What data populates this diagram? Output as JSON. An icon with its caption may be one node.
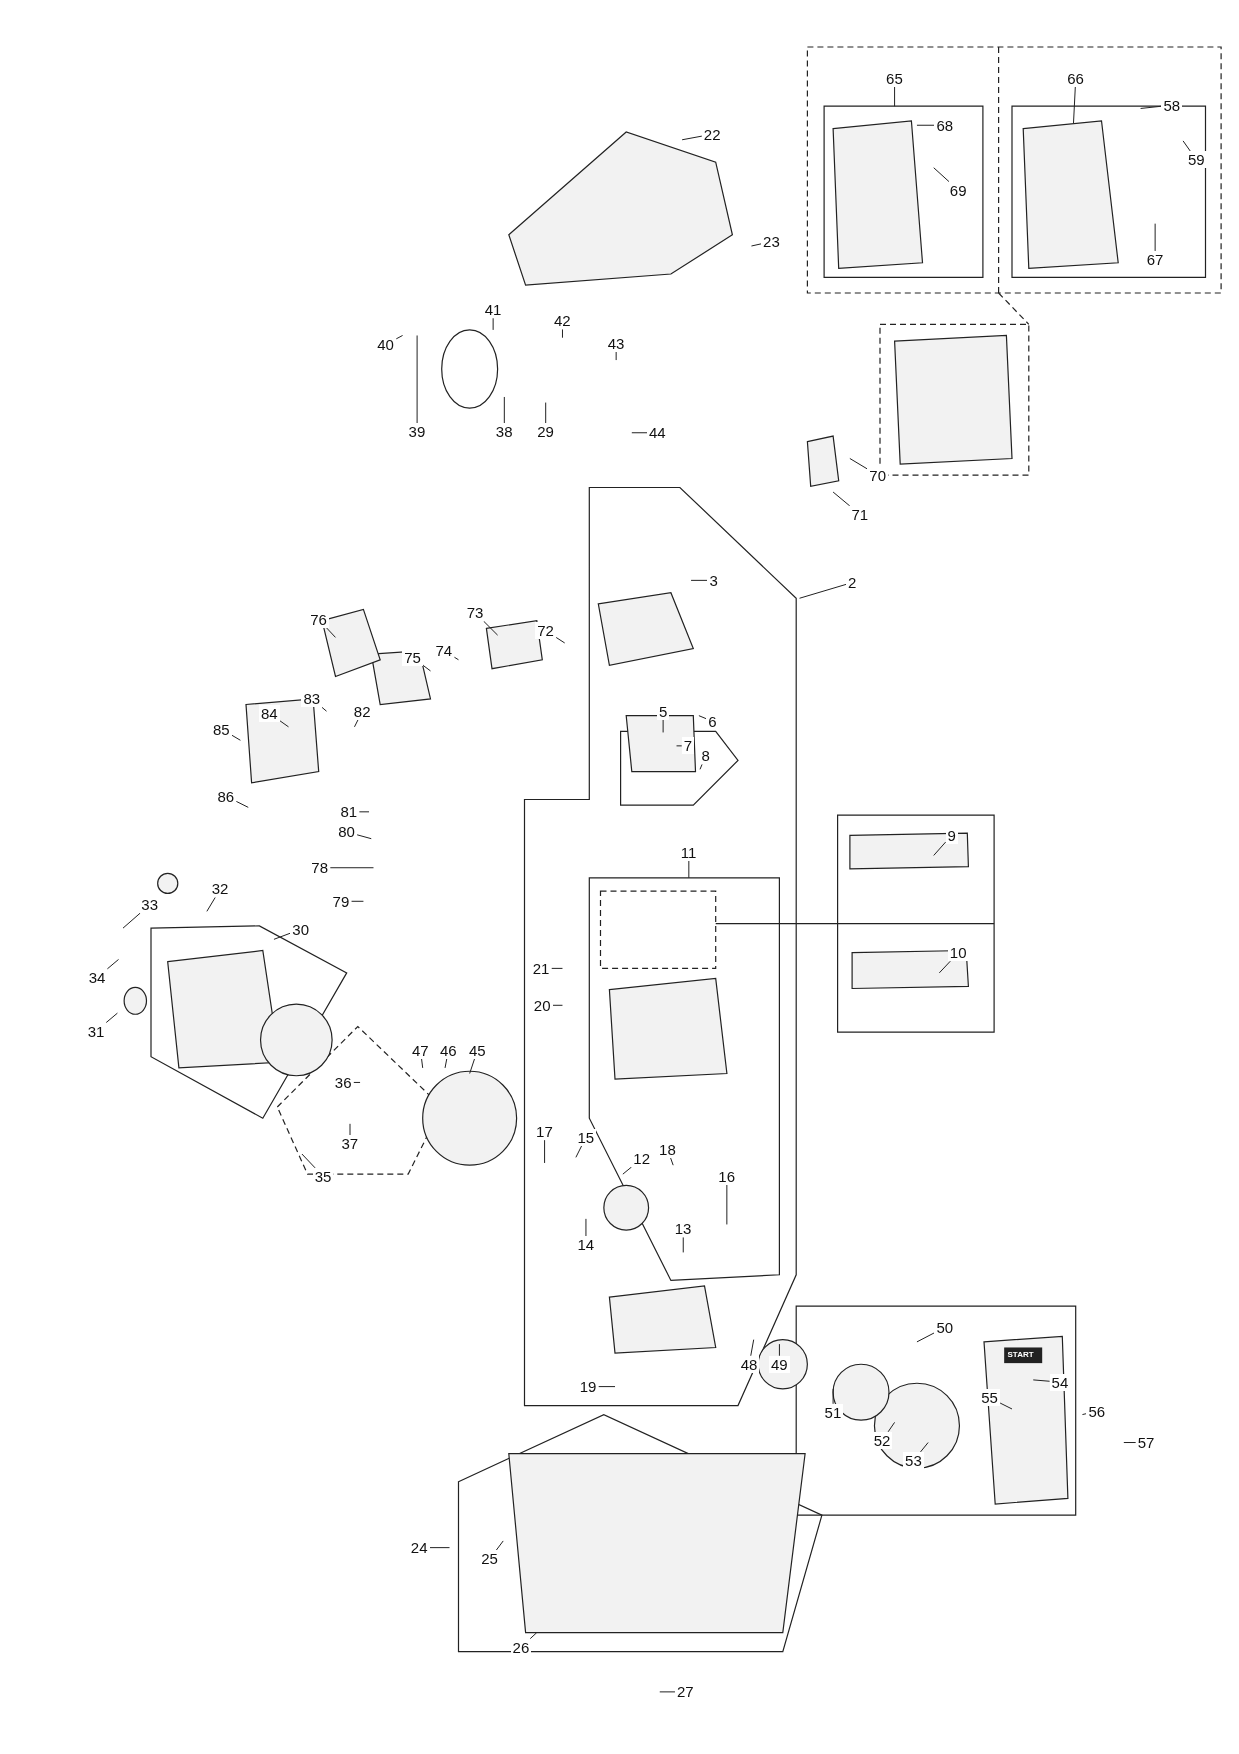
{
  "diagram": {
    "nodes": [
      {
        "text": [
          "65"
        ]
      },
      {
        "text": [
          "66"
        ]
      },
      {
        "text": [
          "58"
        ]
      },
      {
        "text": [
          "68"
        ]
      },
      {
        "text": [
          "22"
        ]
      },
      {
        "text": [
          "59"
        ]
      },
      {
        "text": [
          "69"
        ]
      },
      {
        "text": [
          "23"
        ]
      },
      {
        "text": [
          "67"
        ]
      },
      {
        "text": [
          "41"
        ]
      },
      {
        "text": [
          "42"
        ]
      },
      {
        "text": [
          "43"
        ]
      },
      {
        "text": [
          "40"
        ]
      },
      {
        "text": [
          "39"
        ]
      },
      {
        "text": [
          "38"
        ]
      },
      {
        "text": [
          "29"
        ]
      },
      {
        "text": [
          "44"
        ]
      },
      {
        "text": [
          "70"
        ]
      },
      {
        "text": [
          "71"
        ]
      },
      {
        "text": [
          "3"
        ]
      },
      {
        "text": [
          "2"
        ]
      },
      {
        "text": [
          "76"
        ]
      },
      {
        "text": [
          "73"
        ]
      },
      {
        "text": [
          "72"
        ]
      },
      {
        "text": [
          "74"
        ]
      },
      {
        "text": [
          "75"
        ]
      },
      {
        "text": [
          "83"
        ]
      },
      {
        "text": [
          "84"
        ]
      },
      {
        "text": [
          "82"
        ]
      },
      {
        "text": [
          "85"
        ]
      },
      {
        "text": [
          "5"
        ]
      },
      {
        "text": [
          "6"
        ]
      },
      {
        "text": [
          "7"
        ]
      },
      {
        "text": [
          "8"
        ]
      },
      {
        "text": [
          "86"
        ]
      },
      {
        "text": [
          "81"
        ]
      },
      {
        "text": [
          "80"
        ]
      },
      {
        "text": [
          "78"
        ]
      },
      {
        "text": [
          "79"
        ]
      },
      {
        "text": [
          "9"
        ]
      },
      {
        "text": [
          "11"
        ]
      },
      {
        "text": [
          "32"
        ]
      },
      {
        "text": [
          "33"
        ]
      },
      {
        "text": [
          "30"
        ]
      },
      {
        "text": [
          "10"
        ]
      },
      {
        "text": [
          "34"
        ]
      },
      {
        "text": [
          "21"
        ]
      },
      {
        "text": [
          "20"
        ]
      },
      {
        "text": [
          "31"
        ]
      },
      {
        "text": [
          "47"
        ]
      },
      {
        "text": [
          "46"
        ]
      },
      {
        "text": [
          "45"
        ]
      },
      {
        "text": [
          "36"
        ]
      },
      {
        "text": [
          "17"
        ]
      },
      {
        "text": [
          "15"
        ]
      },
      {
        "text": [
          "18"
        ]
      },
      {
        "text": [
          "12"
        ]
      },
      {
        "text": [
          "37"
        ]
      },
      {
        "text": [
          "16"
        ]
      },
      {
        "text": [
          "35"
        ]
      },
      {
        "text": [
          "13"
        ]
      },
      {
        "text": [
          "14"
        ]
      },
      {
        "text": [
          "50"
        ]
      },
      {
        "text": [
          "48"
        ]
      },
      {
        "text": [
          "49"
        ]
      },
      {
        "text": [
          "54"
        ]
      },
      {
        "text": [
          "19"
        ]
      },
      {
        "text": [
          "55"
        ]
      },
      {
        "text": [
          "51"
        ]
      },
      {
        "text": [
          "56"
        ]
      },
      {
        "text": [
          "52"
        ]
      },
      {
        "text": [
          "57"
        ]
      },
      {
        "text": [
          "53"
        ]
      },
      {
        "text": [
          "24"
        ]
      },
      {
        "text": [
          "25"
        ]
      },
      {
        "text": [
          "26"
        ]
      },
      {
        "text": [
          "27"
        ]
      }
    ],
    "edges": [
      {
        "from": 0,
        "to": null,
        "arrow": "none"
      },
      {
        "from": 1,
        "to": null,
        "arrow": "none"
      },
      {
        "from": 2,
        "to": null,
        "arrow": "none"
      },
      {
        "from": 3,
        "to": null,
        "arrow": "none"
      },
      {
        "from": 4,
        "to": null,
        "arrow": "none"
      },
      {
        "from": 5,
        "to": null,
        "arrow": "none"
      },
      {
        "from": 6,
        "to": null,
        "arrow": "none"
      },
      {
        "from": 7,
        "to": null,
        "arrow": "none"
      },
      {
        "from": 8,
        "to": null,
        "arrow": "none"
      },
      {
        "from": 9,
        "to": null,
        "arrow": "none"
      },
      {
        "from": 10,
        "to": null,
        "arrow": "none"
      },
      {
        "from": 11,
        "to": null,
        "arrow": "none"
      },
      {
        "from": 12,
        "to": null,
        "arrow": "none"
      },
      {
        "from": 13,
        "to": null,
        "arrow": "none"
      },
      {
        "from": 14,
        "to": null,
        "arrow": "none"
      },
      {
        "from": 15,
        "to": null,
        "arrow": "none"
      },
      {
        "from": 16,
        "to": null,
        "arrow": "none"
      },
      {
        "from": 17,
        "to": null,
        "arrow": "none"
      },
      {
        "from": 18,
        "to": null,
        "arrow": "none"
      },
      {
        "from": 19,
        "to": null,
        "arrow": "none"
      },
      {
        "from": 20,
        "to": null,
        "arrow": "none"
      },
      {
        "from": 21,
        "to": null,
        "arrow": "none"
      },
      {
        "from": 22,
        "to": null,
        "arrow": "none"
      },
      {
        "from": 23,
        "to": null,
        "arrow": "none"
      },
      {
        "from": 24,
        "to": null,
        "arrow": "none"
      },
      {
        "from": 25,
        "to": null,
        "arrow": "none"
      },
      {
        "from": 26,
        "to": null,
        "arrow": "none"
      },
      {
        "from": 27,
        "to": null,
        "arrow": "none"
      },
      {
        "from": 28,
        "to": null,
        "arrow": "none"
      },
      {
        "from": 29,
        "to": null,
        "arrow": "none"
      },
      {
        "from": 30,
        "to": null,
        "arrow": "none"
      },
      {
        "from": 31,
        "to": null,
        "arrow": "none"
      },
      {
        "from": 32,
        "to": null,
        "arrow": "none"
      },
      {
        "from": 33,
        "to": null,
        "arrow": "none"
      },
      {
        "from": 34,
        "to": null,
        "arrow": "none"
      },
      {
        "from": 35,
        "to": null,
        "arrow": "none"
      },
      {
        "from": 36,
        "to": null,
        "arrow": "none"
      },
      {
        "from": 37,
        "to": null,
        "arrow": "none"
      },
      {
        "from": 38,
        "to": null,
        "arrow": "none"
      },
      {
        "from": 39,
        "to": null,
        "arrow": "none"
      },
      {
        "from": 40,
        "to": null,
        "arrow": "none"
      },
      {
        "from": 41,
        "to": null,
        "arrow": "none"
      },
      {
        "from": 42,
        "to": null,
        "arrow": "none"
      },
      {
        "from": 43,
        "to": null,
        "arrow": "none"
      },
      {
        "from": 44,
        "to": null,
        "arrow": "none"
      },
      {
        "from": 45,
        "to": null,
        "arrow": "none"
      },
      {
        "from": 46,
        "to": null,
        "arrow": "none"
      },
      {
        "from": 47,
        "to": null,
        "arrow": "none"
      },
      {
        "from": 48,
        "to": null,
        "arrow": "none"
      },
      {
        "from": 49,
        "to": null,
        "arrow": "none"
      },
      {
        "from": 50,
        "to": null,
        "arrow": "none"
      },
      {
        "from": 51,
        "to": null,
        "arrow": "none"
      },
      {
        "from": 52,
        "to": null,
        "arrow": "none"
      },
      {
        "from": 53,
        "to": null,
        "arrow": "none"
      },
      {
        "from": 54,
        "to": null,
        "arrow": "none"
      },
      {
        "from": 55,
        "to": null,
        "arrow": "none"
      },
      {
        "from": 56,
        "to": null,
        "arrow": "none"
      },
      {
        "from": 57,
        "to": null,
        "arrow": "none"
      },
      {
        "from": 58,
        "to": null,
        "arrow": "none"
      },
      {
        "from": 59,
        "to": null,
        "arrow": "none"
      },
      {
        "from": 60,
        "to": null,
        "arrow": "none"
      },
      {
        "from": 61,
        "to": null,
        "arrow": "none"
      },
      {
        "from": 62,
        "to": null,
        "arrow": "none"
      },
      {
        "from": 63,
        "to": null,
        "arrow": "none"
      },
      {
        "from": 64,
        "to": null,
        "arrow": "none"
      },
      {
        "from": 65,
        "to": null,
        "arrow": "none"
      },
      {
        "from": 66,
        "to": null,
        "arrow": "none"
      },
      {
        "from": 67,
        "to": null,
        "arrow": "none"
      },
      {
        "from": 68,
        "to": null,
        "arrow": "none"
      },
      {
        "from": 69,
        "to": null,
        "arrow": "none"
      },
      {
        "from": 70,
        "to": null,
        "arrow": "none"
      },
      {
        "from": 71,
        "to": null,
        "arrow": "none"
      },
      {
        "from": 72,
        "to": null,
        "arrow": "none"
      },
      {
        "from": 73,
        "to": null,
        "arrow": "none"
      },
      {
        "from": 74,
        "to": null,
        "arrow": "none"
      },
      {
        "from": 75,
        "to": null,
        "arrow": "none"
      },
      {
        "from": 76,
        "to": null,
        "arrow": "none"
      }
    ],
    "labels": [
      "START"
    ]
  }
}
